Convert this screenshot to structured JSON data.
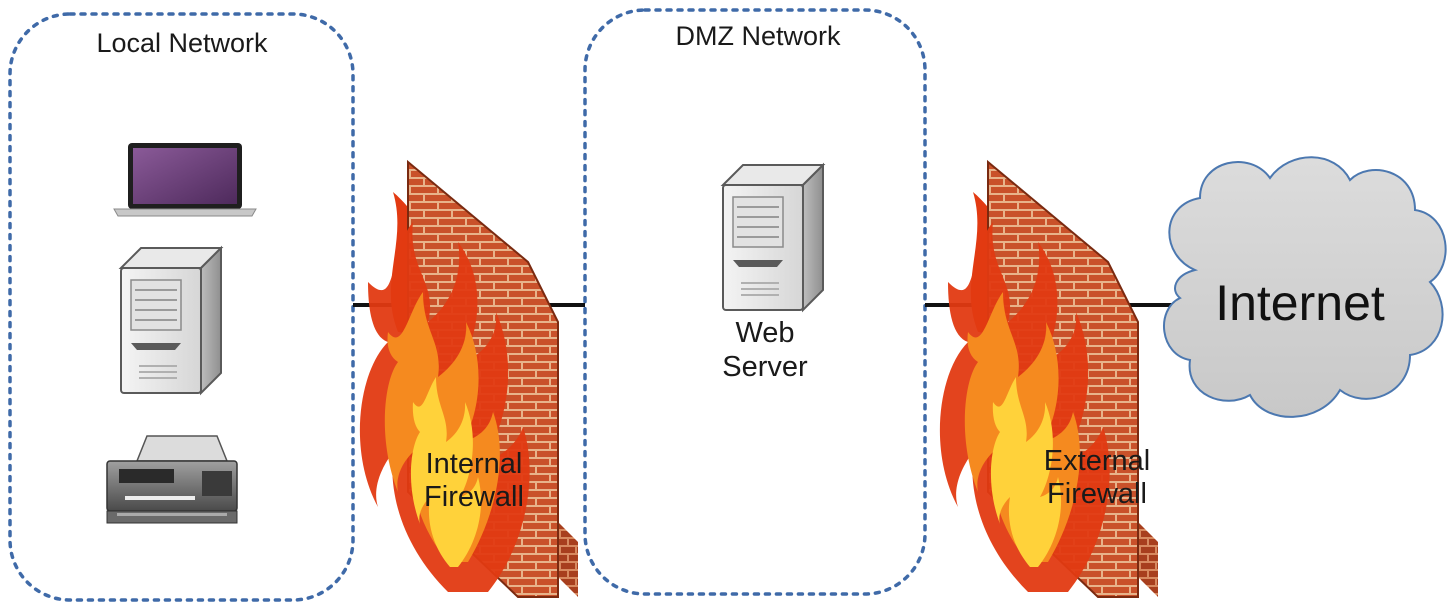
{
  "zones": {
    "local": {
      "label": "Local Network",
      "devices": [
        "laptop-icon",
        "server-tower-icon",
        "printer-icon"
      ]
    },
    "dmz": {
      "label": "DMZ Network",
      "devices": [
        "server-tower-icon"
      ]
    }
  },
  "nodes": {
    "internal_firewall": {
      "label_line1": "Internal",
      "label_line2": "Firewall",
      "icon": "firewall-icon"
    },
    "web_server": {
      "label_line1": "Web",
      "label_line2": "Server",
      "icon": "server-tower-icon"
    },
    "external_firewall": {
      "label_line1": "External",
      "label_line2": "Firewall",
      "icon": "firewall-icon"
    },
    "internet": {
      "label": "Internet",
      "icon": "cloud-icon"
    }
  },
  "colors": {
    "zone_border": "#3f6aa8",
    "connector": "#111111",
    "cloud_fill": "#d4d4d4",
    "cloud_stroke": "#4c78b0",
    "brick": "#c9512a",
    "mortar": "#e8b38a",
    "flame_outer": "#e23a12",
    "flame_mid": "#f58a1f",
    "flame_inner": "#ffd23a",
    "laptop_screen": "#6b3d79"
  }
}
